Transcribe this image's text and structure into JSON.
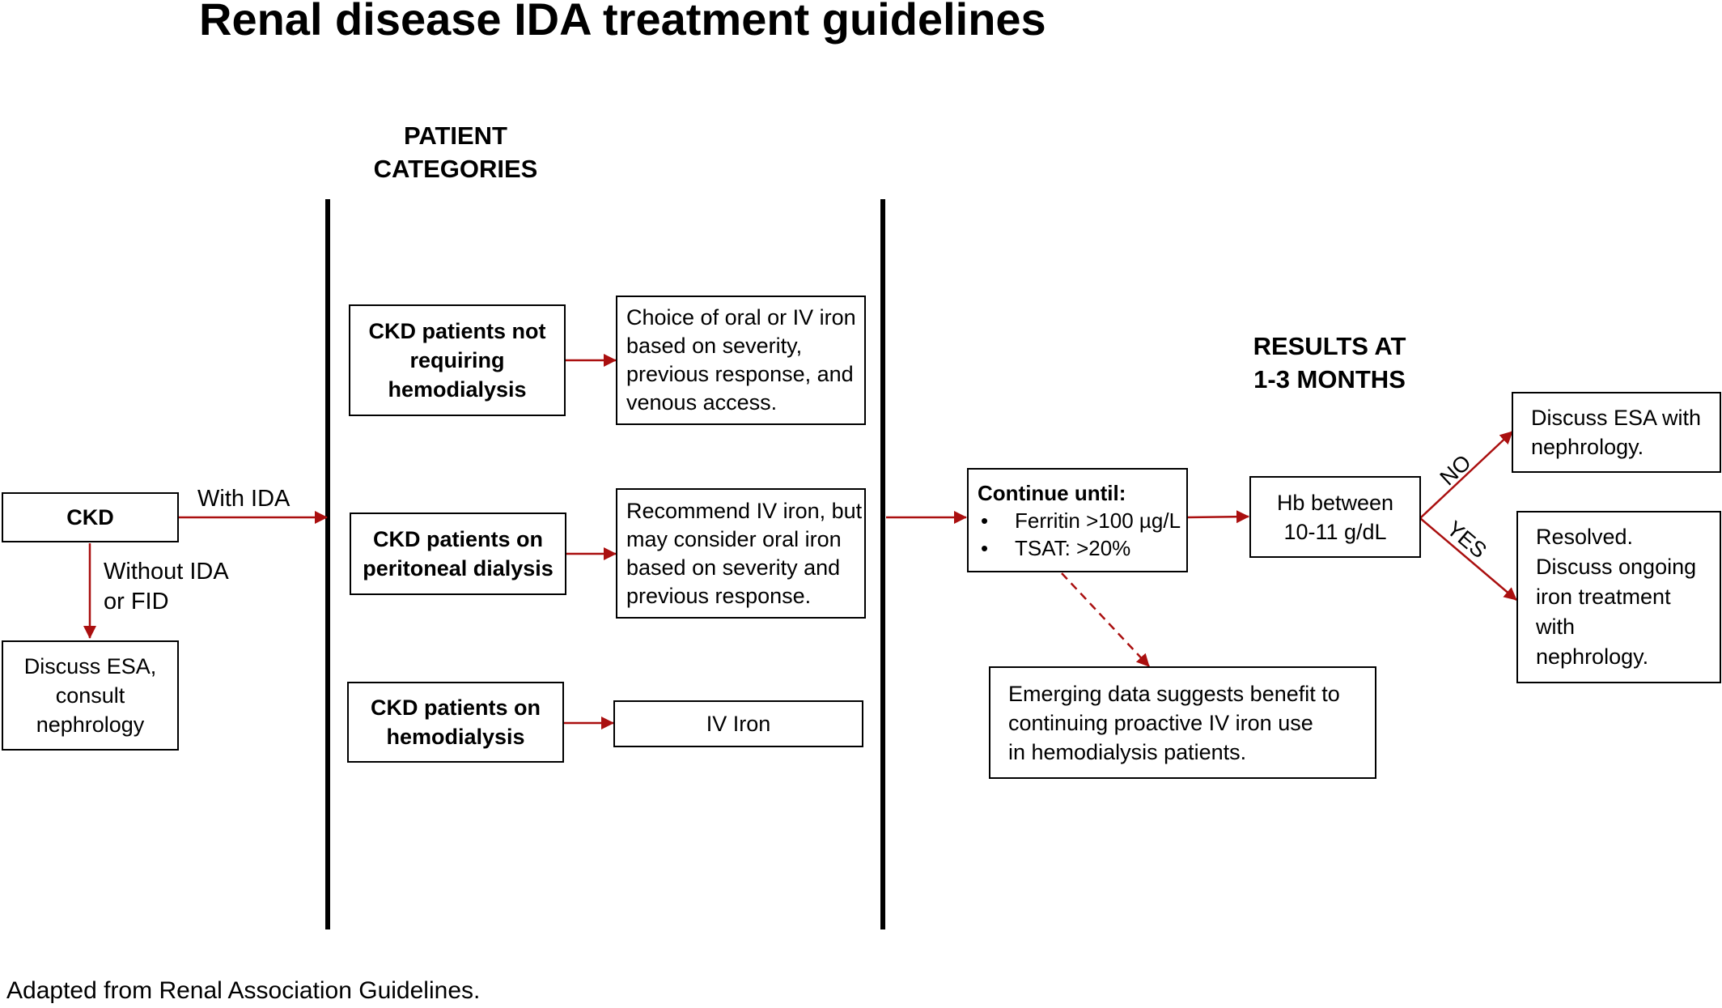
{
  "title": "Renal disease IDA treatment  guidelines",
  "footnote": "Adapted from Renal Association Guidelines.",
  "headings": {
    "patient_categories": [
      "PATIENT",
      "CATEGORIES"
    ],
    "results": [
      "RESULTS AT",
      "1-3 MONTHS"
    ]
  },
  "nodes": {
    "ckd": "CKD",
    "discuss_esa_consult": [
      "Discuss ESA,",
      "consult",
      "nephrology"
    ],
    "not_requiring_hd": [
      "CKD patients not",
      "requiring",
      "hemodialysis"
    ],
    "peritoneal": [
      "CKD patients on",
      "peritoneal dialysis"
    ],
    "on_hd": [
      "CKD patients on",
      "hemodialysis"
    ],
    "choice_oral_iv": [
      "Choice of oral or IV iron",
      "based on severity,",
      "previous response, and",
      "venous access."
    ],
    "recommend_iv": [
      "Recommend IV iron, but",
      "may consider oral iron",
      "based on severity and",
      "previous response."
    ],
    "iv_iron": "IV Iron",
    "continue_until": {
      "heading": "Continue until:",
      "bullets": [
        "Ferritin >100 µg/L",
        "TSAT: >20%"
      ]
    },
    "emerging_data": [
      "Emerging data suggests benefit to",
      "continuing proactive IV iron use",
      "in hemodialysis patients."
    ],
    "hb_between": [
      "Hb between",
      "10-11 g/dL"
    ],
    "discuss_esa_nephro": [
      "Discuss ESA with",
      "nephrology."
    ],
    "resolved": [
      "Resolved.",
      "Discuss ongoing",
      "iron treatment",
      "with",
      "nephrology."
    ]
  },
  "edge_labels": {
    "with_ida": "With IDA",
    "without_ida": [
      "Without IDA",
      "or FID"
    ],
    "no": "NO",
    "yes": "YES"
  },
  "bullet_char": "•",
  "colors": {
    "arrow": "#aa0f0f",
    "box_border": "#000000",
    "text": "#000000",
    "background": "#ffffff"
  }
}
